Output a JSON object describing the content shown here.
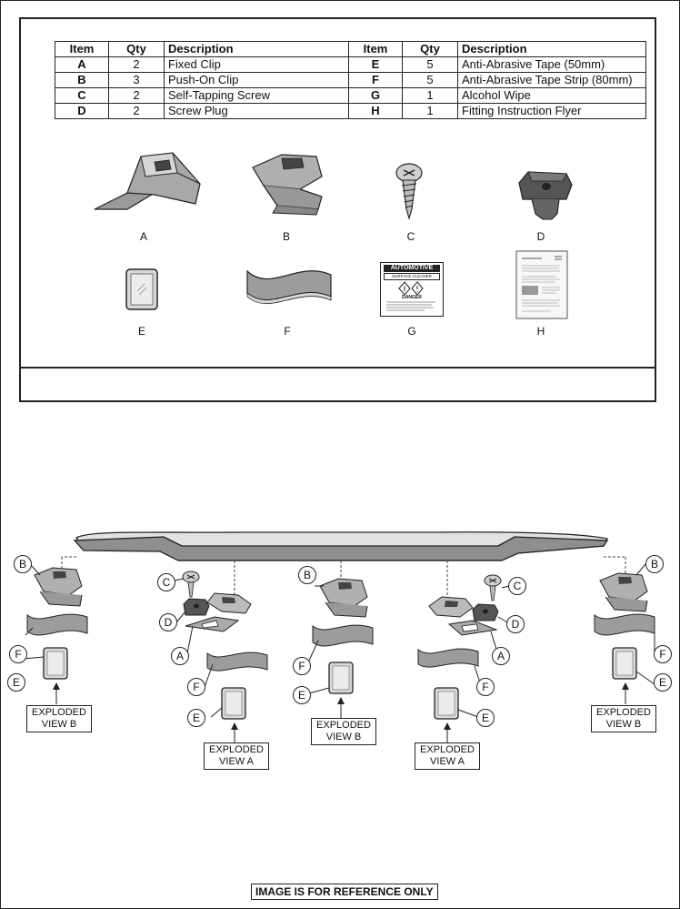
{
  "table": {
    "headers": {
      "item": "Item",
      "qty": "Qty",
      "description": "Description"
    },
    "left_rows": [
      {
        "item": "A",
        "qty": "2",
        "description": "Fixed Clip"
      },
      {
        "item": "B",
        "qty": "3",
        "description": "Push-On Clip"
      },
      {
        "item": "C",
        "qty": "2",
        "description": "Self-Tapping Screw"
      },
      {
        "item": "D",
        "qty": "2",
        "description": "Screw Plug"
      }
    ],
    "right_rows": [
      {
        "item": "E",
        "qty": "5",
        "description": "Anti-Abrasive Tape (50mm)"
      },
      {
        "item": "F",
        "qty": "5",
        "description": "Anti-Abrasive Tape Strip (80mm)"
      },
      {
        "item": "G",
        "qty": "1",
        "description": "Alcohol Wipe"
      },
      {
        "item": "H",
        "qty": "1",
        "description": "Fitting Instruction Flyer"
      }
    ]
  },
  "components": {
    "a": "A",
    "b": "B",
    "c": "C",
    "d": "D",
    "e": "E",
    "f": "F",
    "g": "G",
    "h": "H",
    "wipe_brand": "AUTOMOTIVE",
    "wipe_sub": "SURFACE CLEANER",
    "wipe_warning": "DANGER"
  },
  "callouts": {
    "a": "A",
    "b": "B",
    "c": "C",
    "d": "D",
    "e": "E",
    "f": "F"
  },
  "exploded": {
    "view_a_line1": "EXPLODED",
    "view_a_line2": "VIEW A",
    "view_b_line1": "EXPLODED",
    "view_b_line2": "VIEW B"
  },
  "footer": {
    "note": "IMAGE IS FOR REFERENCE ONLY"
  },
  "colors": {
    "part_grey": "#8a8a8a",
    "dark_grey": "#555555",
    "outline": "#222222"
  }
}
